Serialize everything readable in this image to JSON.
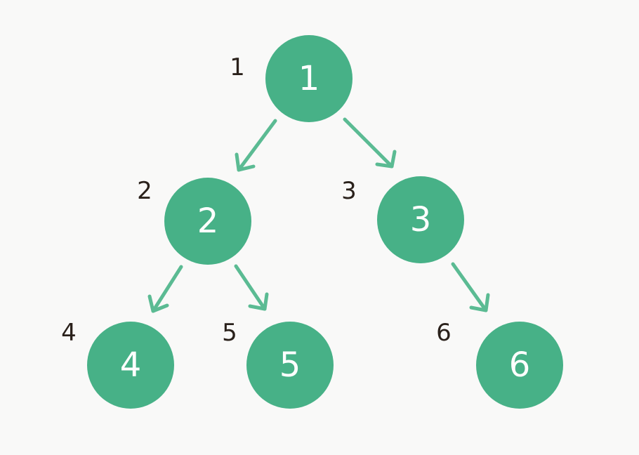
{
  "colors": {
    "background": "#f9f9f8",
    "node_fill": "#47b187",
    "node_text": "#ffffff",
    "edge": "#5bbb93",
    "order_label": "#2a211b"
  },
  "nodes": [
    {
      "id": "1",
      "value": "1",
      "order": "1"
    },
    {
      "id": "2",
      "value": "2",
      "order": "2"
    },
    {
      "id": "3",
      "value": "3",
      "order": "3"
    },
    {
      "id": "4",
      "value": "4",
      "order": "4"
    },
    {
      "id": "5",
      "value": "5",
      "order": "5"
    },
    {
      "id": "6",
      "value": "6",
      "order": "6"
    }
  ],
  "edges": [
    {
      "from": "1",
      "to": "2"
    },
    {
      "from": "1",
      "to": "3"
    },
    {
      "from": "2",
      "to": "4"
    },
    {
      "from": "2",
      "to": "5"
    },
    {
      "from": "3",
      "to": "6"
    }
  ]
}
